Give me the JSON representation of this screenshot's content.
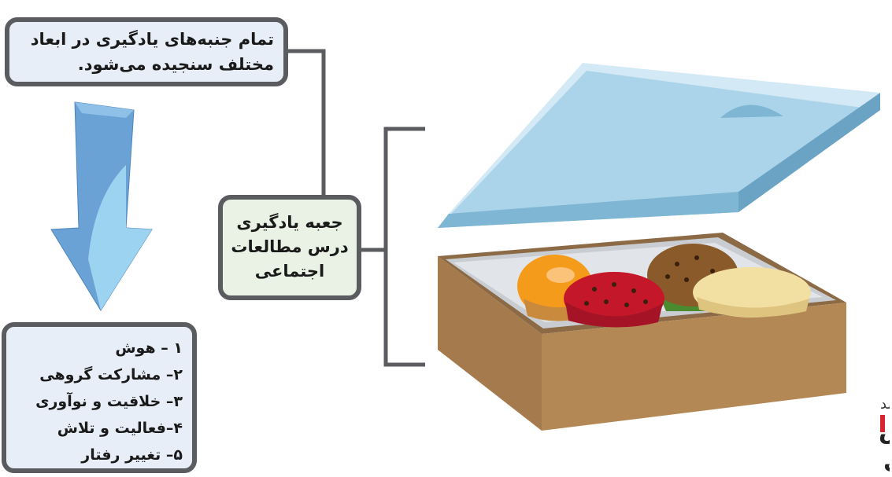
{
  "top_box": {
    "line1": "تمام جنبه‌های یادگیری در ابعاد",
    "line2": "مختلف سنجیده می‌شود."
  },
  "center_box": {
    "line1": "جعبه یادگیری",
    "line2": "درس مطالعات",
    "line3": "اجتماعی"
  },
  "list_box": {
    "items": [
      "۱ – هوش",
      "۲– مشارکت گروهی",
      "۳– خلاقیت و نوآوری",
      "۴–فعالیت و تلاش",
      "۵– تغییر رفتار"
    ]
  },
  "logo": {
    "line1": "رشد",
    "line2": "آموزش",
    "line3": "ابتدایی"
  },
  "colors": {
    "box_border": "#5a5c60",
    "blue_box_fill": "#e8eef7",
    "green_box_fill": "#e9f2e4",
    "arrow_blue": "#6aa2d6",
    "lid_blue": "#9ccbe3",
    "box_brown": "#b48855",
    "logo_red": "#d7262d"
  },
  "icons": [
    "down-arrow-icon",
    "box-lid-icon",
    "open-box-icon",
    "orange-muffin-icon",
    "red-muffin-icon",
    "chocolate-muffin-icon",
    "cream-muffin-icon"
  ]
}
